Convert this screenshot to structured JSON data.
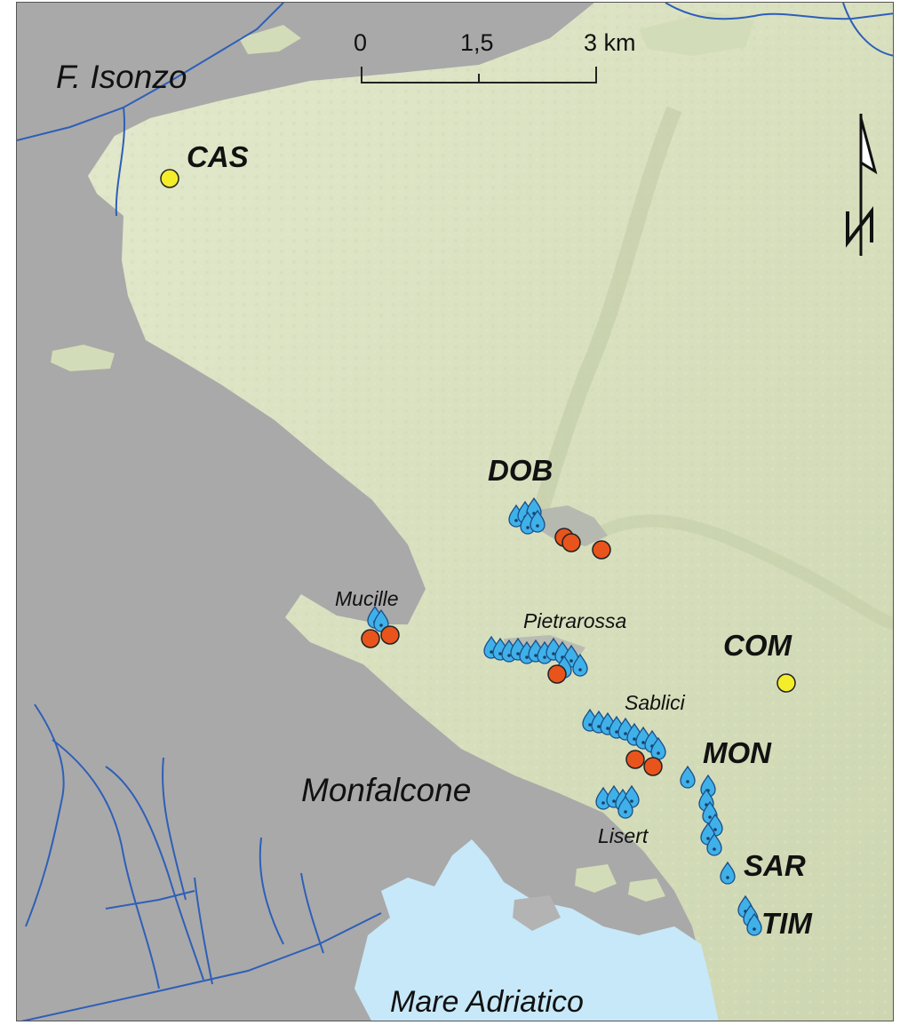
{
  "map": {
    "water_labels": {
      "river": "F. Isonzo",
      "sea": "Mare Adriatico"
    },
    "town_label": "Monfalcone",
    "sites": [
      {
        "id": "CAS",
        "symbol": "yellow-circle"
      },
      {
        "id": "COM",
        "symbol": "yellow-circle"
      },
      {
        "id": "DOB",
        "symbol": "none"
      },
      {
        "id": "MON",
        "symbol": "none"
      },
      {
        "id": "SAR",
        "symbol": "blue-drop"
      },
      {
        "id": "TIM",
        "symbol": "blue-drop"
      }
    ],
    "localities": [
      "Mucille",
      "Pietrarossa",
      "Sablici",
      "Lisert"
    ],
    "scale_bar": {
      "ticks": [
        "0",
        "1,5",
        "3 km"
      ]
    },
    "north_arrow": {
      "letter": "N"
    },
    "colors": {
      "plateau": "#d8e0bf",
      "plain": "#a9a9a9",
      "sea": "#c7e8f8",
      "river": "#2e5fb8",
      "spring_marker": "#3fb1e8",
      "red_marker": "#e8541c",
      "yellow_marker": "#f3ed2a"
    }
  }
}
